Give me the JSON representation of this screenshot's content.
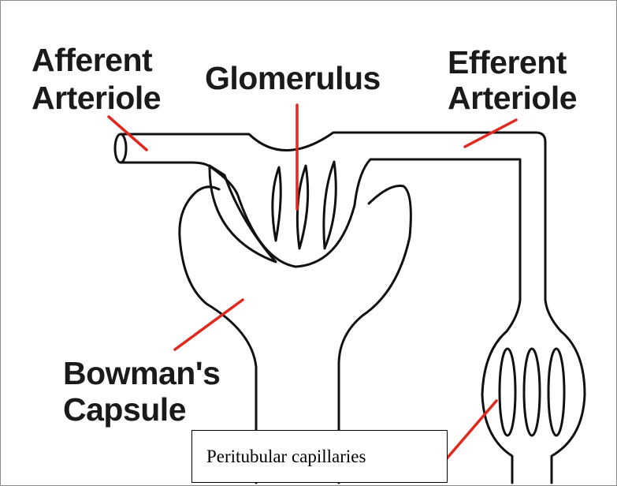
{
  "diagram": {
    "labels": {
      "afferent_line1": "Afferent",
      "afferent_line2": "Arteriole",
      "glomerulus": "Glomerulus",
      "efferent_line1": "Efferent",
      "efferent_line2": "Arteriole",
      "bowmans_line1": "Bowman's",
      "bowmans_line2": "Capsule",
      "peritubular": "Peritubular capillaries"
    },
    "colors": {
      "outline": "#111111",
      "pointer": "#e0281e",
      "callout_border": "#000000"
    }
  }
}
